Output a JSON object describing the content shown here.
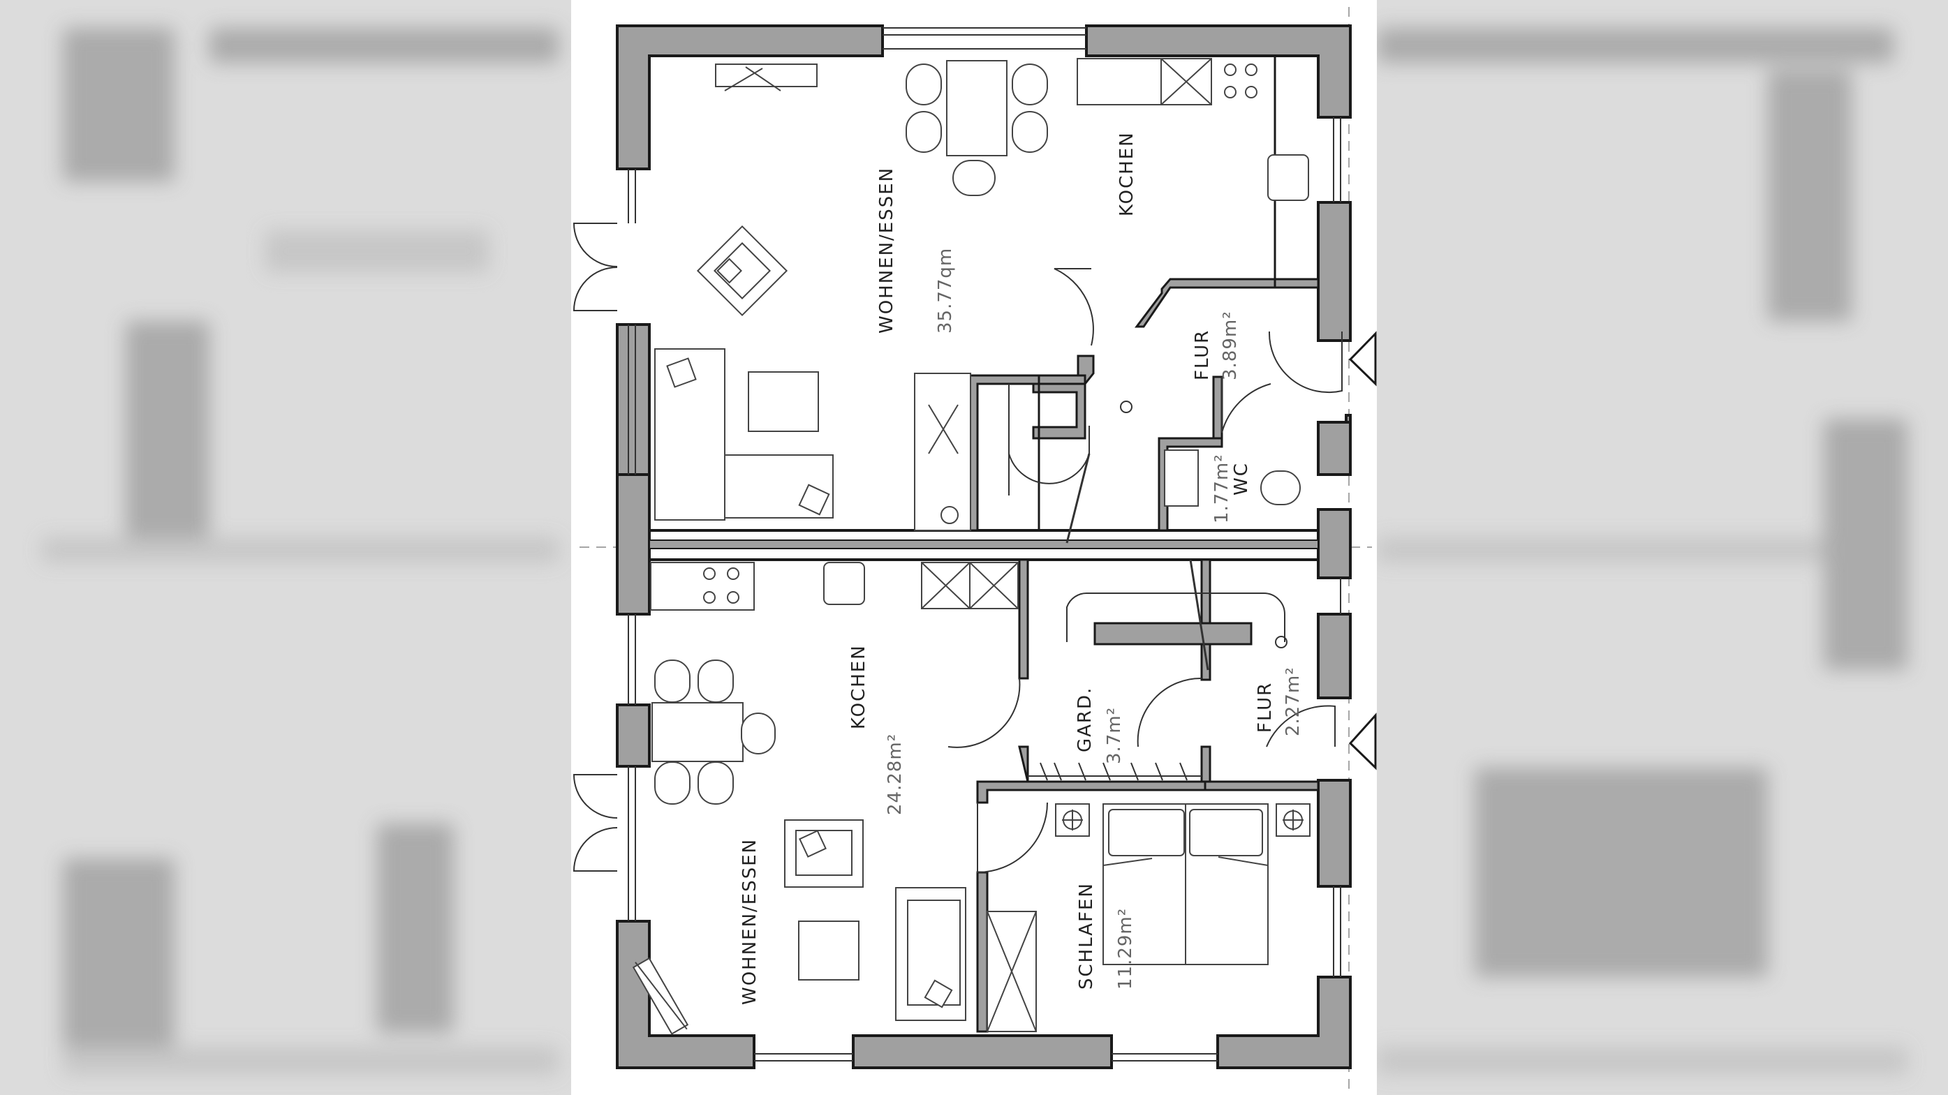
{
  "upper_unit": {
    "wohnen": {
      "name": "WOHNEN/ESSEN",
      "area": "35.77qm"
    },
    "kochen": {
      "name": "KOCHEN",
      "area": ""
    },
    "flur": {
      "name": "FLUR",
      "area": "3.89m²"
    },
    "wc": {
      "name": "WC",
      "area": "1.77m²"
    }
  },
  "lower_unit": {
    "kochen": {
      "name": "KOCHEN",
      "area": "24.28m²"
    },
    "wohnen": {
      "name": "WOHNEN/ESSEN",
      "area": ""
    },
    "gard": {
      "name": "GARD.",
      "area": "3.7m²"
    },
    "flur": {
      "name": "FLUR",
      "area": "2.27m²"
    },
    "schlafen": {
      "name": "SCHLAFEN",
      "area": "11.29m²"
    }
  },
  "colors": {
    "wall_fill": "#a0a0a0",
    "wall_stroke": "#1a1a1a",
    "background": "#dcdcdc"
  }
}
